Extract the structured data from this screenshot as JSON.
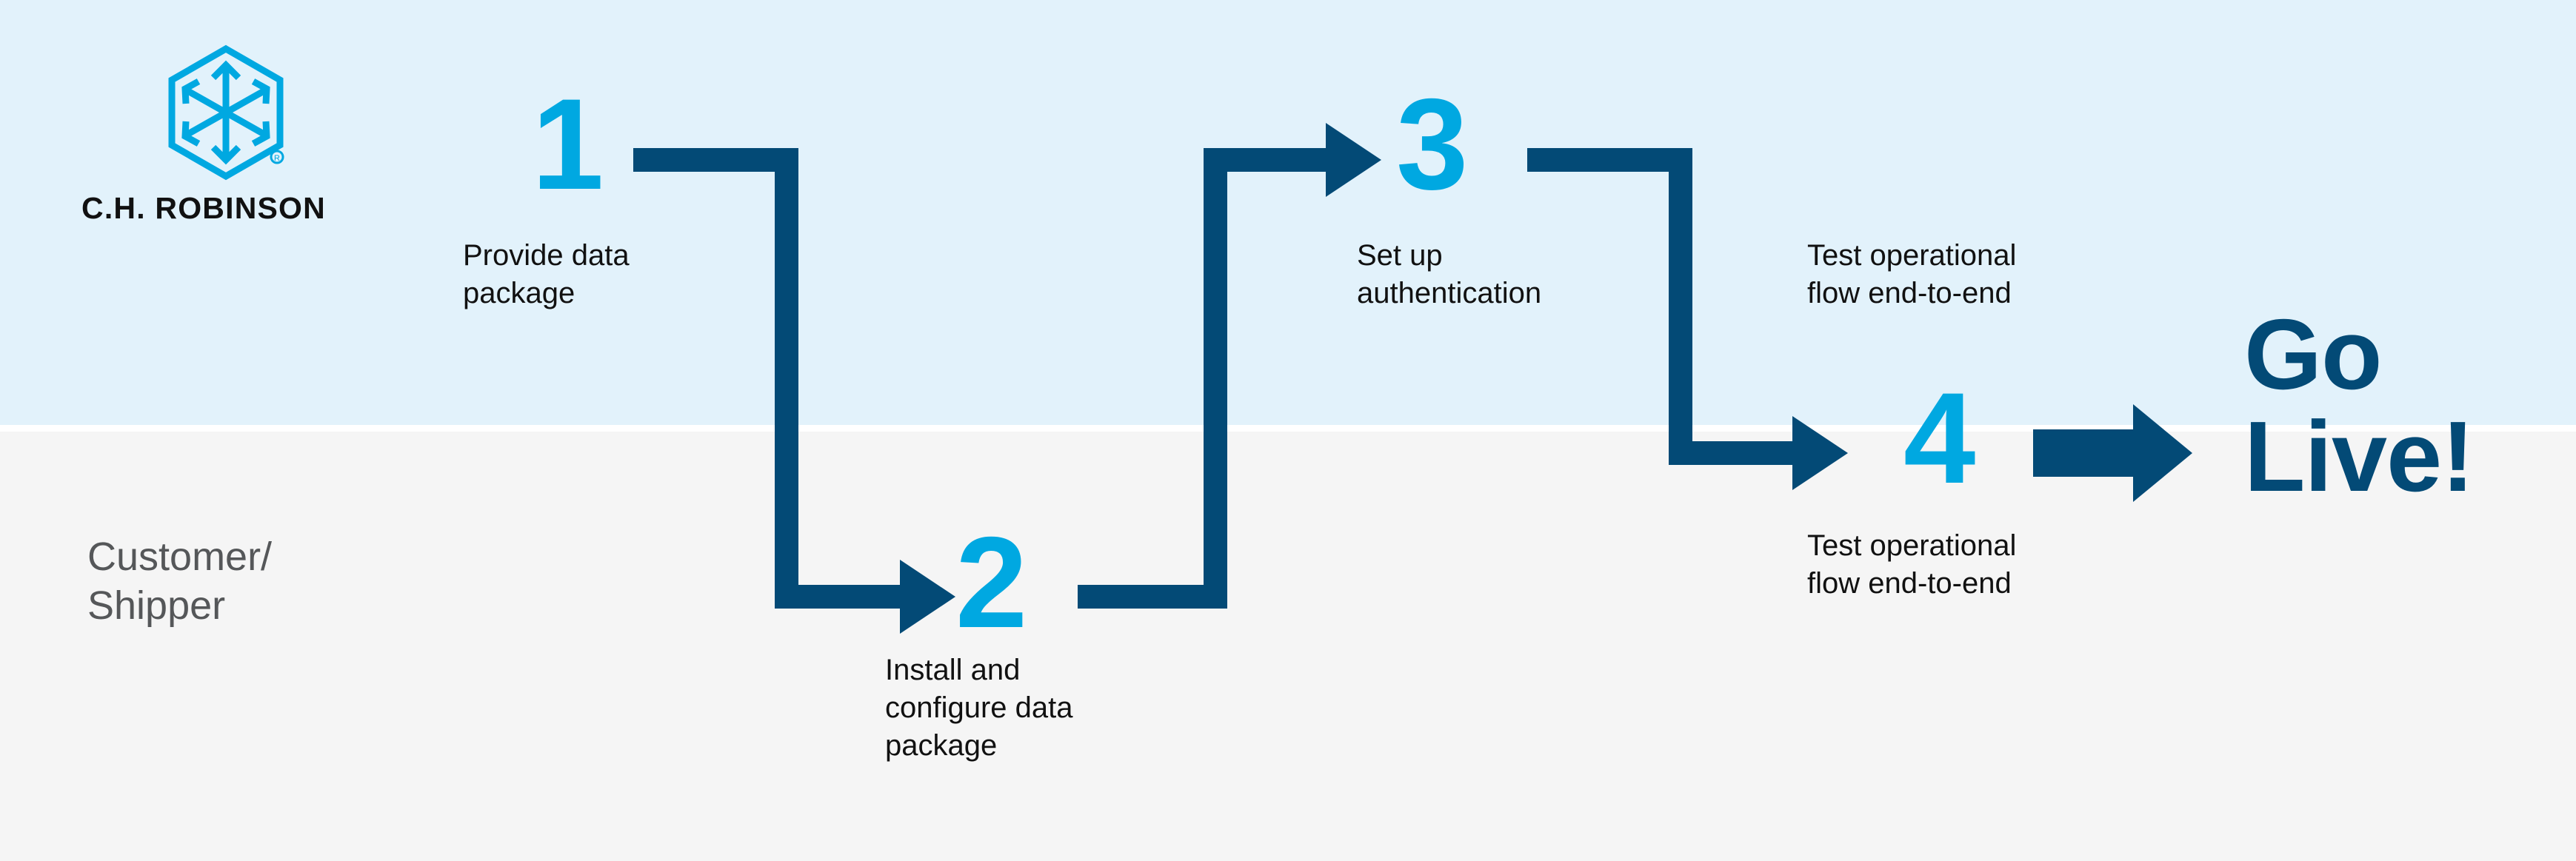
{
  "brand": {
    "name": "C.H. ROBINSON",
    "logo_icon": "hexagon-arrows-icon",
    "registered_mark": "®",
    "accent_cyan": "#00a8e1",
    "accent_navy": "#034a76",
    "band_top_color": "#e2f2fb",
    "band_bottom_color": "#f5f5f5"
  },
  "lane": {
    "label": "Customer/\nShipper"
  },
  "diagram": {
    "type": "process-flow",
    "steps": [
      {
        "number": "1",
        "caption": "Provide data\npackage"
      },
      {
        "number": "2",
        "caption": "Install and\nconfigure data\npackage"
      },
      {
        "number": "3",
        "caption": "Set up\nauthentication"
      },
      {
        "number": "4",
        "caption": "Test operational\nflow end-to-end"
      }
    ],
    "standalone_captions": [
      {
        "text": "Test operational\nflow end-to-end"
      }
    ],
    "final": {
      "text": "Go\nLive!"
    },
    "connectors": [
      {
        "from": "1",
        "to": "2",
        "shape": "right-down-right",
        "arrowhead": "right"
      },
      {
        "from": "2",
        "to": "3",
        "shape": "right-up-right",
        "arrowhead": "right"
      },
      {
        "from": "3",
        "to": "4",
        "shape": "right-down-right",
        "arrowhead": "right"
      },
      {
        "from": "4",
        "to": "Go Live!",
        "shape": "right",
        "arrowhead": "right"
      }
    ]
  }
}
